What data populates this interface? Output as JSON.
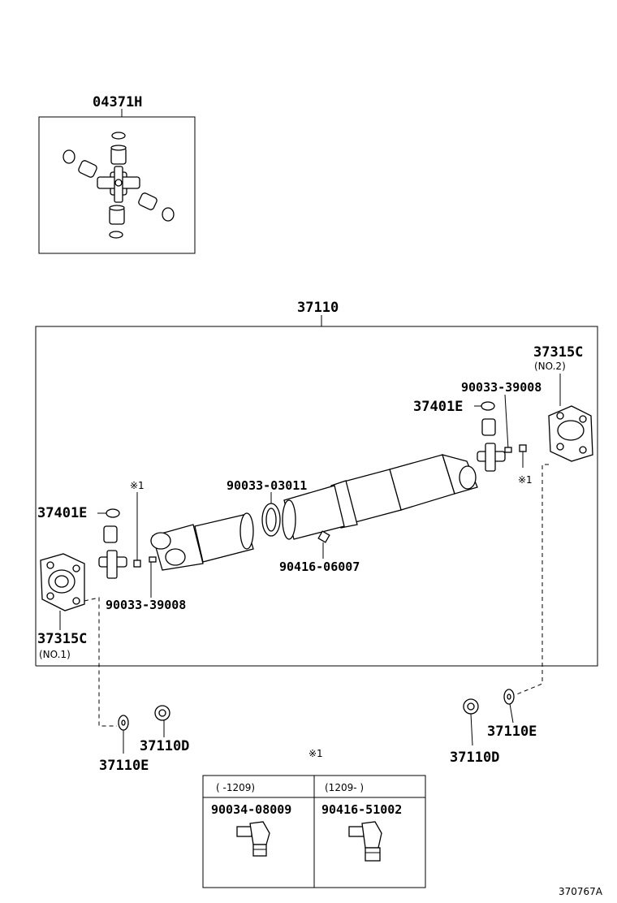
{
  "kit": {
    "part_no": "04371H"
  },
  "assembly": {
    "part_no": "37110"
  },
  "labels": {
    "flange_no2": "37315C",
    "flange_no2_note": "(NO.2)",
    "bolt_top": "90033-39008",
    "snap_ring_right": "37401E",
    "ref_mark_right": "※1",
    "ref_mark_left": "※1",
    "seal": "90033-03011",
    "snap_ring_left": "37401E",
    "grease_fitting": "90416-06007",
    "bolt_bottom": "90033-39008",
    "flange_no1": "37315C",
    "flange_no1_note": "(NO.1)",
    "washer_left": "37110E",
    "bushing_left": "37110D",
    "washer_right": "37110E",
    "bushing_right": "37110D"
  },
  "table": {
    "ref_mark": "※1",
    "col1_range": "(    -1209)",
    "col2_range": "(1209-     )",
    "col1_part": "90034-08009",
    "col2_part": "90416-51002"
  },
  "figure_code": "370767A"
}
